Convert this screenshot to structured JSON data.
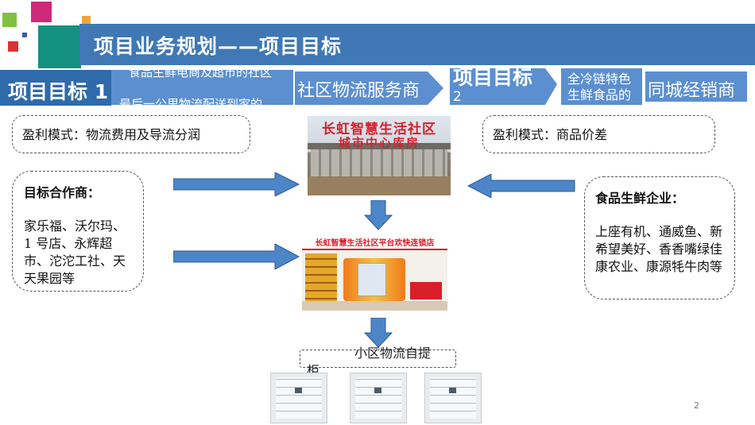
{
  "title": "项目业务规划——项目目标",
  "goal1": {
    "label": "项目目标 1",
    "desc_line1": "食品生鲜电商及超市的社区",
    "desc_line2": "最后一公里物流配送到家的",
    "name": "社区物流服务商"
  },
  "goal2": {
    "label_line1": "项目目标",
    "label_line2": "2",
    "desc_line1": "全冷链特色",
    "desc_line2": "生鲜食品的",
    "name": "同城经销商"
  },
  "profit_left": "盈利模式：物流费用及导流分润",
  "profit_right": "盈利模式：商品价差",
  "partners": {
    "heading": "目标合作商：",
    "body": "家乐福、沃尔玛、 1 号店、永辉超市、沱沱工社、天天果园等"
  },
  "suppliers": {
    "heading": "食品生鲜企业：",
    "body": "上座有机、通威鱼、新希望美好、香香嘴绿佳康农业、康源牦牛肉等"
  },
  "warehouse": {
    "line1": "长虹智慧生活社区",
    "line2": "城市中心库房"
  },
  "store_banner": "长虹智慧生活社区平台欢快连锁店",
  "lockers_label": "小区物流自提柜",
  "page_number": "2",
  "colors": {
    "title_bar": "#3f78b5",
    "goal_blue": "#5b8fd0",
    "arrow_blue": "#4d86c8",
    "deco_magenta": "#d1287c",
    "deco_teal": "#13907e",
    "deco_green": "#7fc241",
    "deco_red": "#d93333",
    "deco_orange": "#efa43a"
  }
}
